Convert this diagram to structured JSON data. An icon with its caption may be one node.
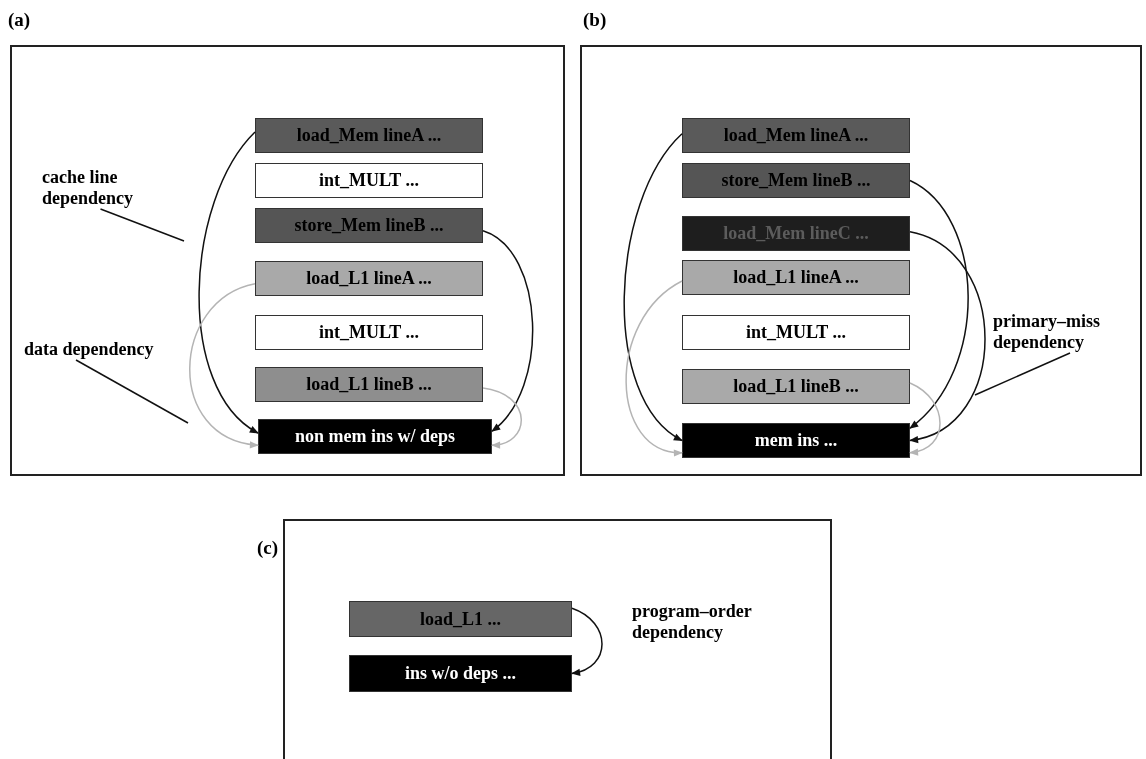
{
  "diagram": {
    "nodes": [
      {
        "text": [
          "(a)"
        ]
      },
      {
        "text": [
          "load_Mem lineA ..."
        ],
        "in": 0
      },
      {
        "text": [
          "int_MULT ..."
        ],
        "in": 0
      },
      {
        "text": [
          "store_Mem lineB ..."
        ],
        "in": 0
      },
      {
        "text": [
          "load_L1 lineA ..."
        ],
        "in": 0
      },
      {
        "text": [
          "int_MULT ..."
        ],
        "in": 0
      },
      {
        "text": [
          "load_L1 lineB ..."
        ],
        "in": 0
      },
      {
        "text": [
          "non mem ins w/ deps"
        ],
        "in": 0
      },
      {
        "text": [
          "cache line dependency"
        ],
        "in": 0
      },
      {
        "text": [
          "data dependency"
        ],
        "in": 0
      },
      {
        "text": [
          "(b)"
        ]
      },
      {
        "text": [
          "load_Mem lineA ..."
        ],
        "in": 10
      },
      {
        "text": [
          "store_Mem lineB ..."
        ],
        "in": 10
      },
      {
        "text": [
          "load_Mem lineC ..."
        ],
        "in": 10
      },
      {
        "text": [
          "load_L1 lineA ..."
        ],
        "in": 10
      },
      {
        "text": [
          "int_MULT ..."
        ],
        "in": 10
      },
      {
        "text": [
          "load_L1 lineB ..."
        ],
        "in": 10
      },
      {
        "text": [
          "mem ins ..."
        ],
        "in": 10
      },
      {
        "text": [
          "primary–miss dependency"
        ],
        "in": 10
      },
      {
        "text": [
          "(c)"
        ]
      },
      {
        "text": [
          "load_L1 ..."
        ],
        "in": 19
      },
      {
        "text": [
          "ins w/o deps ..."
        ],
        "in": 19
      }
    ],
    "edges": [
      {
        "from": 1,
        "to": 7,
        "arrow": "to"
      },
      {
        "from": 3,
        "to": 7,
        "arrow": "to"
      },
      {
        "from": 4,
        "to": 7,
        "arrow": "to",
        "color": "#b4b4b4"
      },
      {
        "from": 6,
        "to": 7,
        "arrow": "to",
        "color": "#b4b4b4"
      },
      {
        "from": 8,
        "to": null,
        "arrow": "none"
      },
      {
        "from": 9,
        "to": null,
        "arrow": "none"
      },
      {
        "from": 11,
        "to": 17,
        "arrow": "to"
      },
      {
        "from": 12,
        "to": 17,
        "arrow": "to"
      },
      {
        "from": 13,
        "to": 17,
        "arrow": "to"
      },
      {
        "from": 14,
        "to": 17,
        "arrow": "to",
        "color": "#b4b4b4"
      },
      {
        "from": 16,
        "to": 17,
        "arrow": "to",
        "color": "#b4b4b4"
      },
      {
        "from": 18,
        "to": null,
        "arrow": "none"
      },
      {
        "from": 20,
        "to": 21,
        "arrow": "to"
      }
    ],
    "labels": [
      "program–order dependency"
    ]
  }
}
